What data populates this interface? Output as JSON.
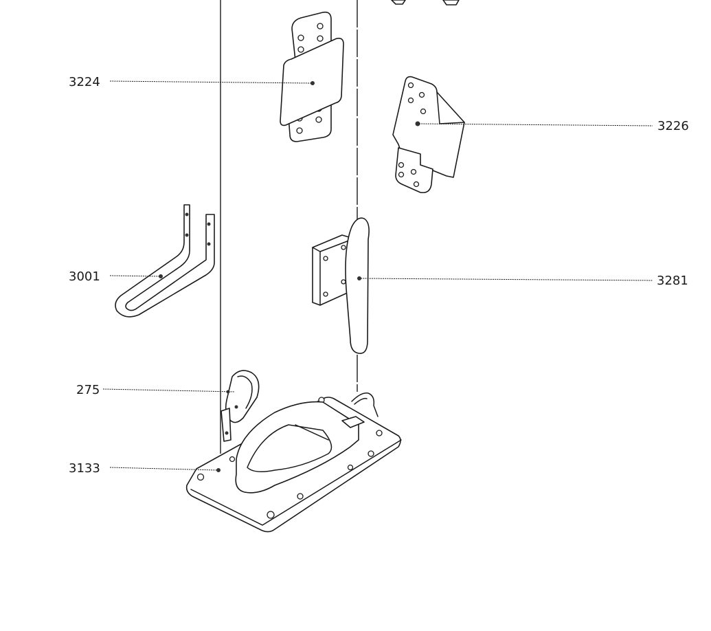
{
  "callouts": [
    {
      "id": "3224",
      "label": "3224"
    },
    {
      "id": "3226",
      "label": "3226"
    },
    {
      "id": "3001",
      "label": "3001"
    },
    {
      "id": "3281",
      "label": "3281"
    },
    {
      "id": "275",
      "label": "275"
    },
    {
      "id": "3133",
      "label": "3133"
    }
  ],
  "colors": {
    "ink": "#1a1a1a",
    "background": "#ffffff"
  }
}
